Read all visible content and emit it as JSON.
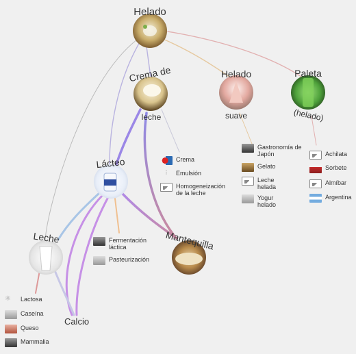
{
  "hubs": {
    "helado": "Helado",
    "crema_line1": "Crema de",
    "crema_line2": "leche",
    "helado_suave_line1": "Helado",
    "helado_suave_line2": "suave",
    "paleta_line1": "Paleta",
    "paleta_line2": "(helado)",
    "lacteo": "Lácteo",
    "leche": "Leche",
    "mantequilla": "Mantequilla",
    "calcio": "Calcio"
  },
  "leaves": {
    "crema": [
      {
        "label": "Crema",
        "icon": "logo-icon"
      },
      {
        "label": "Emulsión",
        "icon": "droplets-icon"
      },
      {
        "label": "Homogeneización de la leche",
        "icon": "image-placeholder-icon"
      }
    ],
    "helado_suave": [
      {
        "label": "Gastronomía de Japón",
        "icon": "food-photo-icon"
      },
      {
        "label": "Gelato",
        "icon": "gelato-photo-icon"
      },
      {
        "label": "Leche helada",
        "icon": "image-placeholder-icon"
      },
      {
        "label": "Yogur helado",
        "icon": "yogurt-photo-icon"
      }
    ],
    "paleta": [
      {
        "label": "Achilata",
        "icon": "image-placeholder-icon"
      },
      {
        "label": "Sorbete",
        "icon": "sorbet-photo-icon"
      },
      {
        "label": "Almíbar",
        "icon": "image-placeholder-icon"
      },
      {
        "label": "Argentina",
        "icon": "argentina-flag-icon"
      }
    ],
    "lacteo": [
      {
        "label": "Fermentación láctica",
        "icon": "fermentation-photo-icon"
      },
      {
        "label": "Pasteurización",
        "icon": "pasteurization-photo-icon"
      }
    ],
    "leche": [
      {
        "label": "Lactosa",
        "icon": "molecule-icon"
      },
      {
        "label": "Caseína",
        "icon": "casein-photo-icon"
      },
      {
        "label": "Queso",
        "icon": "cheese-photo-icon"
      },
      {
        "label": "Mammalia",
        "icon": "mammal-photo-icon"
      }
    ]
  }
}
